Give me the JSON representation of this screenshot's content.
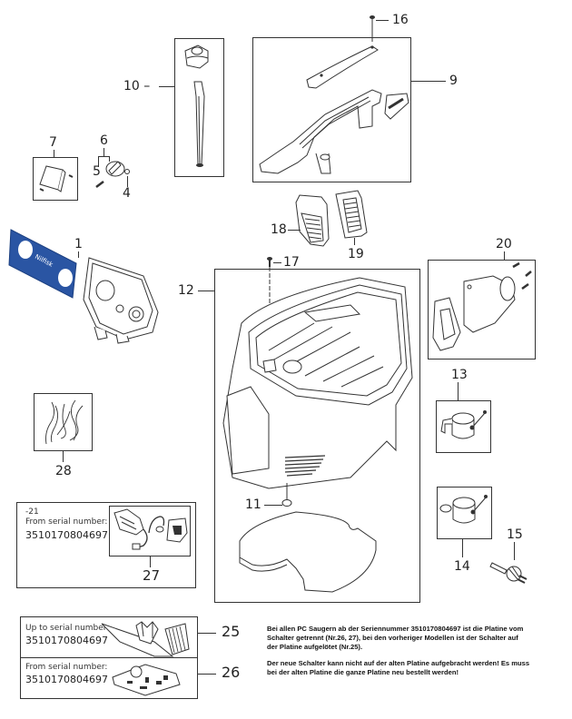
{
  "diagram": {
    "title": "Exploded parts view",
    "colors": {
      "line": "#333333",
      "accent_panel": "#2a55a3",
      "background": "#ffffff"
    },
    "callouts": {
      "p1": "1",
      "p4": "4",
      "p5": "5",
      "p6": "6",
      "p7": "7",
      "p9": "9",
      "p10": "10 –",
      "p11": "11",
      "p12": "12",
      "p13": "13",
      "p14": "14",
      "p15": "15",
      "p16": "16",
      "p17": "17",
      "p18": "18",
      "p19": "19",
      "p20": "20",
      "p25": "25",
      "p26": "26",
      "p27": "27",
      "p28": "28"
    },
    "panel_logo_text": "Nilfisk",
    "box27": {
      "prefix": "-21",
      "label": "From serial number:",
      "serial": "3510170804697"
    },
    "box25": {
      "label": "Up to serial number:",
      "serial": "3510170804697"
    },
    "box26": {
      "label": "From serial number:",
      "serial": "3510170804697"
    },
    "note": {
      "line1": "Bei allen PC Saugern ab der Seriennummer 3510170804697 ist die Platine vom",
      "line2": "Schalter getrennt (Nr.26, 27), bei den vorheriger Modellen ist der Schalter auf",
      "line3": "der Platine aufgelötet (Nr.25).",
      "line4": "Der neue Schalter kann nicht auf der alten Platine aufgebracht werden! Es muss",
      "line5": "bei der alten Platine die ganze Platine neu bestellt werden!"
    }
  }
}
